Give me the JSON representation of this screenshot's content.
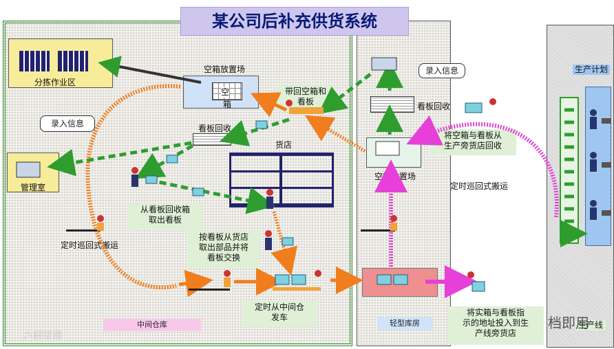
{
  "title": "某公司后补充供货系统",
  "zones": {
    "mid_warehouse": "中间仓库",
    "light_warehouse": "轻型库房",
    "production_line": "生产线",
    "production_plan": "生产计划"
  },
  "areas": {
    "sorting_area": "分拣作业区",
    "empty_box_area_left": "空箱放置场",
    "empty_box_area_right": "空箱放置场",
    "kanban_recycle_left": "看板回收",
    "kanban_recycle_right": "看板回收",
    "store": "货店",
    "management": "管理室",
    "empty_box_char": "空",
    "box_char": "箱"
  },
  "bubbles": {
    "input_info_left": "录入信息",
    "input_info_right": "录入信息"
  },
  "labels": {
    "bring_back": "带回空箱和\n看板",
    "take_kanban": "从看板回收箱\n取出看板",
    "exchange": "按看板从货店\n取出部品并将\n看板交换",
    "depart": "定时从中间仓\n发车",
    "loop_left": "定时巡回式搬运",
    "loop_right": "定时巡回式搬运",
    "recycle_from_line": "将空箱与看板从\n生产旁货店回收",
    "deliver_to_line": "将实箱与看板指\n示的地址投入到生\n产线旁货店"
  },
  "watermarks": {
    "left": "六耕猎猎",
    "right": "档即用"
  },
  "colors": {
    "green_arrow": "#2e9d2e",
    "orange_arrow": "#f07d1e",
    "pink_arrow": "#e640d8",
    "title_bg": "#cfc6ee",
    "title_text": "#061a74"
  }
}
